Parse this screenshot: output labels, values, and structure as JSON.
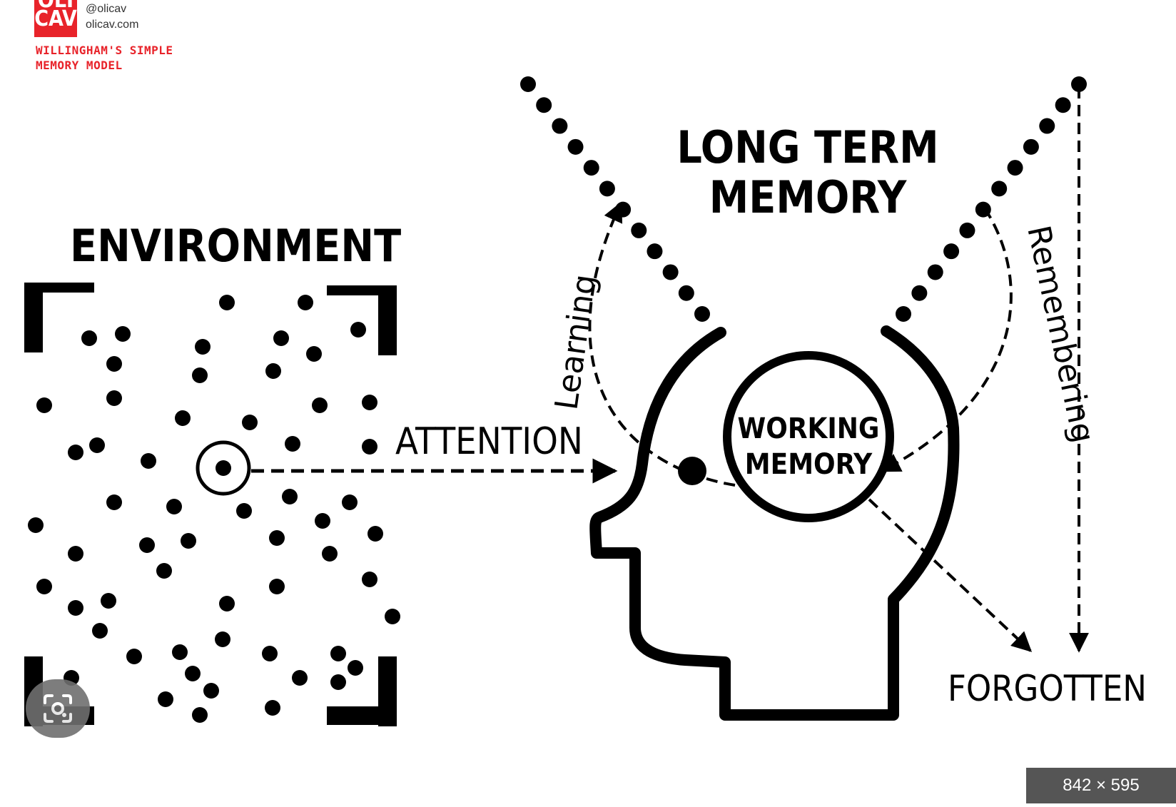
{
  "brand": {
    "logo_line1": "OLI",
    "logo_line2": "CAV",
    "handle": "@olicav",
    "site": "olicav.com",
    "title_line1": "WILLINGHAM'S SIMPLE",
    "title_line2": "MEMORY MODEL"
  },
  "diagram": {
    "environment": "ENVIRONMENT",
    "long_term_line1": "LONG TERM",
    "long_term_line2": "MEMORY",
    "attention": "ATTENTION",
    "learning": "Learning",
    "remembering": "Remembering",
    "working_line1": "WORKING",
    "working_line2": "MEMORY",
    "forgotten": "FORGOTTEN"
  },
  "overlay": {
    "lens_icon": "image-search-lens-icon",
    "size_badge": "842 × 595"
  },
  "colors": {
    "ink": "#000000",
    "accent": "#e8232a",
    "badge": "#555555"
  }
}
